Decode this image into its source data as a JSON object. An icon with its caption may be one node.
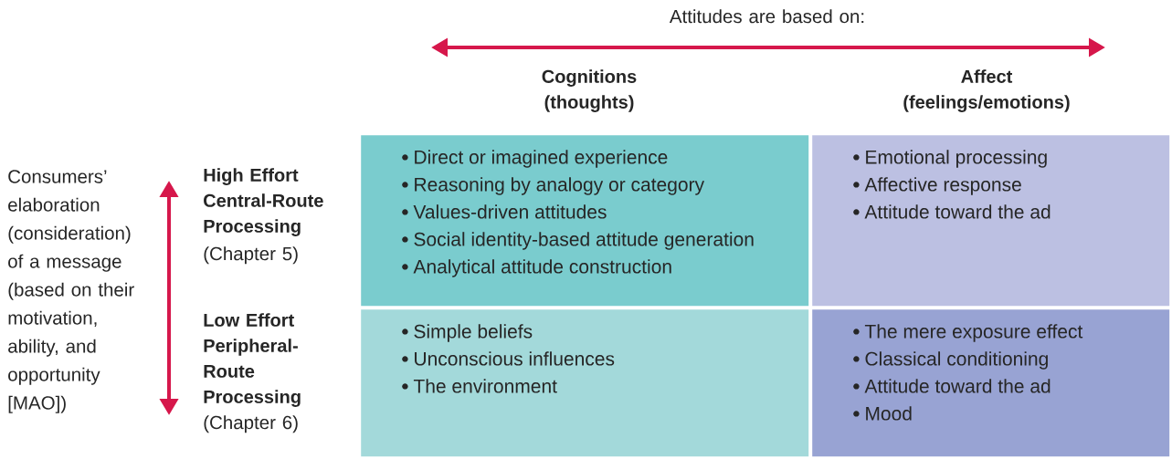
{
  "diagram": {
    "nodes": [
      {
        "text": [
          "Direct or imagined experience",
          "Reasoning by analogy or category",
          "Values-driven attitudes",
          "Social identity-based attitude generation",
          "Analytical attitude construction"
        ]
      },
      {
        "text": [
          "Emotional processing",
          "Affective response",
          "Attitude toward the ad"
        ]
      },
      {
        "text": [
          "Simple beliefs",
          "Unconscious influences",
          "The environment"
        ]
      },
      {
        "text": [
          "The mere exposure effect",
          "Classical conditioning",
          "Attitude toward the ad",
          "Mood"
        ]
      }
    ],
    "edges": [],
    "labels": [
      "Attitudes are based on:",
      "Cognitions (thoughts)",
      "Affect (feelings/emotions)",
      "Consumers’ elaboration (consideration) of a message (based on their motivation, ability, and opportunity [MAO])",
      "High Effort Central-Route Processing",
      "(Chapter 5)",
      "Low Effort Peripheral-Route Processing",
      "(Chapter 6)"
    ]
  }
}
